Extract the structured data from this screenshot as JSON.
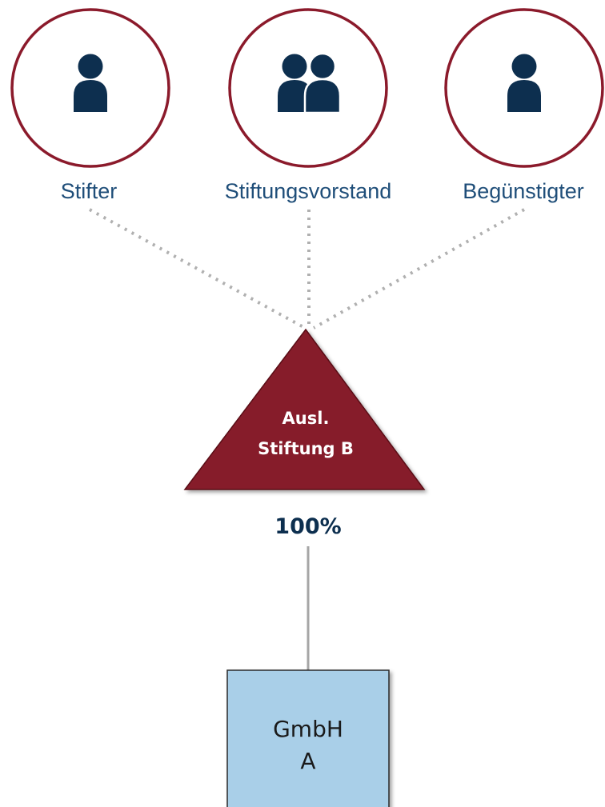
{
  "roles": [
    {
      "label": "Stifter",
      "icon": "person-icon"
    },
    {
      "label": "Stiftungsvorstand",
      "icon": "people-group-icon"
    },
    {
      "label": "Begünstigter",
      "icon": "person-icon"
    }
  ],
  "foundation": {
    "line1": "Ausl.",
    "line2": "Stiftung B"
  },
  "ownership": {
    "percent": "100%"
  },
  "company": {
    "line1": "GmbH",
    "line2": "A"
  },
  "colors": {
    "circle_border": "#8b1a2b",
    "icon_fill": "#0d2f4f",
    "role_label": "#1f4e79",
    "triangle_fill": "#861c29",
    "box_fill": "#a9cfe8",
    "connector_dotted": "#b0b0b0",
    "connector_solid": "#a6a6a6"
  }
}
